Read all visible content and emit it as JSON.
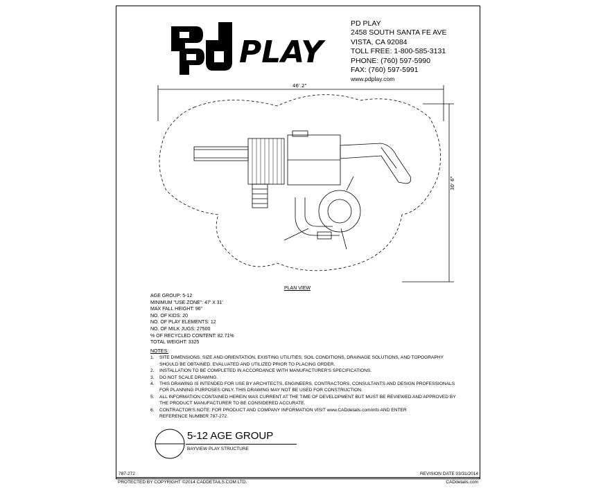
{
  "company": {
    "logo_text": "PLAY",
    "name": "PD PLAY",
    "address1": "2458 SOUTH SANTA FE AVE",
    "address2": "VISTA, CA 92084",
    "tollfree": "TOLL FREE: 1-800-585-3131",
    "phone": "PHONE: (760) 597-5990",
    "fax": "FAX: (760) 597-5991",
    "web": "www.pdplay.com"
  },
  "drawing": {
    "width_dim": "46' 2\"",
    "height_dim": "30' 6\"",
    "label": "PLAN VIEW"
  },
  "specs": [
    "AGE GROUP: 5-12",
    "MINIMUM \"USE ZONE\": 47' X 31'",
    "MAX FALL HEIGHT: 96\"",
    "NO. OF KIDS: 20",
    "NO. OF PLAY ELEMENTS: 12",
    "NO. OF MILK JUGS: 27500",
    "% OF RECYCLED CONTENT: 82.71%",
    "TOTAL WEIGHT: 3325"
  ],
  "notes": {
    "header": "NOTES:",
    "items": [
      {
        "num": "1.",
        "line1": "SITE DIMENSIONS, SIZE AND ORIENTATION, EXISTING UTILITIES, SOIL CONDITIONS, DRAINAGE SOLUTIONS, AND TOPOGRAPHY",
        "line2": "SHOULD BE OBTAINED, EVALUATED AND UTILIZED PRIOR TO PLACING ORDER."
      },
      {
        "num": "2.",
        "line1": "INSTALLATION TO BE COMPLETED IN ACCORDANCE WITH MANUFACTURER'S SPECIFICATIONS.",
        "line2": ""
      },
      {
        "num": "3.",
        "line1": "DO NOT SCALE DRAWING.",
        "line2": ""
      },
      {
        "num": "4.",
        "line1": "THIS DRAWING IS INTENDED FOR USE BY ARCHITECTS, ENGINEERS, CONTRACTORS, CONSULTANTS AND DESIGN PROFESSIONALS",
        "line2": "FOR PLANNING PURPOSES ONLY.  THIS DRAWING MAY NOT BE USED FOR CONSTRUCTION."
      },
      {
        "num": "5.",
        "line1": "ALL INFORMATION CONTAINED HEREIN WAS CURRENT AT THE TIME OF DEVELOPMENT BUT MUST BE REVIEWED AND APPROVED BY",
        "line2": "THE PRODUCT MANUFACTURER TO BE CONSIDERED ACCURATE."
      },
      {
        "num": "6.",
        "line1": "CONTRACTOR'S NOTE: FOR PRODUCT AND COMPANY INFORMATION VISIT www.CADdetails.com/info AND ENTER",
        "line2": "REFERENCE NUMBER 787-272."
      }
    ]
  },
  "title_block": {
    "title": "5-12 AGE GROUP",
    "subtitle": "BAYVIEW PLAY STRUCTURE"
  },
  "footer": {
    "sheet_number": "787-272",
    "revision": "REVISION DATE 03/31/2014",
    "copyright": "PROTECTED BY COPYRIGHT ©2014 CADDETAILS.COM LTD.",
    "site": "CADdetails.com"
  }
}
